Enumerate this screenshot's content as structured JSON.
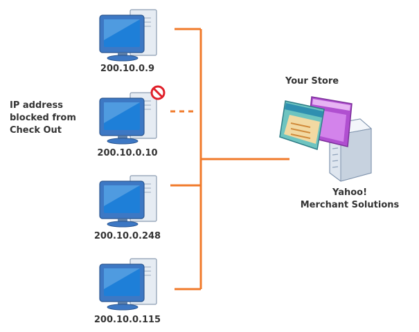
{
  "colors": {
    "connector": "#f07a2a",
    "monitor_frame": "#3d78c4",
    "screen": "#1e7fd8",
    "tower": "#e6ecf3",
    "blocked": "#e0202a",
    "text": "#333333"
  },
  "computers": [
    {
      "ip": "200.10.0.9",
      "blocked": false,
      "icon": "desktop-computer-icon"
    },
    {
      "ip": "200.10.0.10",
      "blocked": true,
      "icon": "desktop-computer-icon"
    },
    {
      "ip": "200.10.0.248",
      "blocked": false,
      "icon": "desktop-computer-icon"
    },
    {
      "ip": "200.10.0.115",
      "blocked": false,
      "icon": "desktop-computer-icon"
    }
  ],
  "blocked_note": {
    "line1": "IP address",
    "line2": "blocked from",
    "line3": "Check Out",
    "icon": "blocked-icon"
  },
  "store": {
    "title": "Your Store",
    "name_line1": "Yahoo!",
    "name_line2": "Merchant Solutions",
    "icon": "store-server-icon"
  }
}
